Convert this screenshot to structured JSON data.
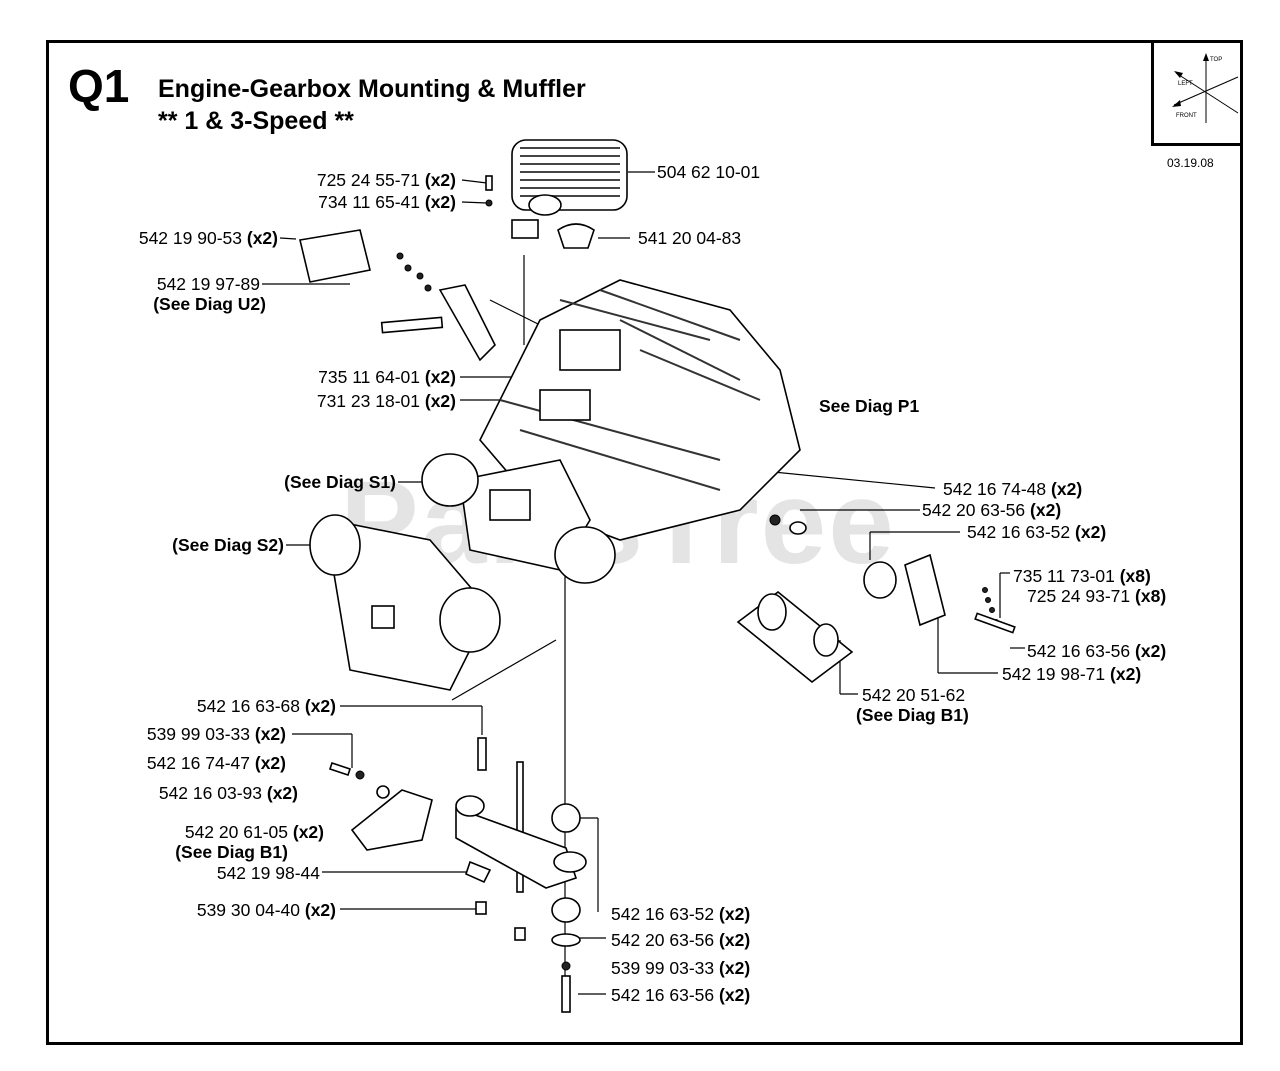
{
  "header": {
    "page_code": "Q1",
    "title_line1": "Engine-Gearbox Mounting & Muffler",
    "title_line2": "** 1 & 3-Speed **",
    "date": "03.19.08"
  },
  "orientation": {
    "top": "TOP",
    "left": "LEFT",
    "front": "FRONT"
  },
  "watermark": "PartsTree",
  "callouts": [
    {
      "part": "725 24 55-71",
      "qty": "(x2)"
    },
    {
      "part": "734 11 65-41",
      "qty": "(x2)"
    },
    {
      "part": "504 62 10-01",
      "qty": ""
    },
    {
      "part": "542 19 90-53",
      "qty": "(x2)"
    },
    {
      "part": "541 20 04-83",
      "qty": ""
    },
    {
      "part": "542 19 97-89",
      "qty": "",
      "note": "(See Diag U2)"
    },
    {
      "part": "735 11 64-01",
      "qty": "(x2)"
    },
    {
      "part": "731 23 18-01",
      "qty": "(x2)"
    },
    {
      "part": "",
      "qty": "",
      "note": "See Diag P1"
    },
    {
      "part": "",
      "qty": "",
      "note": "(See Diag S1)"
    },
    {
      "part": "542 16 74-48",
      "qty": "(x2)"
    },
    {
      "part": "542 20 63-56",
      "qty": "(x2)"
    },
    {
      "part": "542 16 63-52",
      "qty": "(x2)"
    },
    {
      "part": "",
      "qty": "",
      "note": "(See Diag S2)"
    },
    {
      "part": "735 11 73-01",
      "qty": "(x8)"
    },
    {
      "part": "725 24 93-71",
      "qty": "(x8)"
    },
    {
      "part": "542 16 63-56",
      "qty": "(x2)"
    },
    {
      "part": "542 19 98-71",
      "qty": "(x2)"
    },
    {
      "part": "542 20 51-62",
      "qty": "",
      "note": "(See Diag B1)"
    },
    {
      "part": "542 16 63-68",
      "qty": "(x2)"
    },
    {
      "part": "539 99 03-33",
      "qty": "(x2)"
    },
    {
      "part": "542 16 74-47",
      "qty": "(x2)"
    },
    {
      "part": "542 16 03-93",
      "qty": "(x2)"
    },
    {
      "part": "542 20 61-05",
      "qty": "(x2)",
      "note": "(See Diag B1)"
    },
    {
      "part": "542 19 98-44",
      "qty": ""
    },
    {
      "part": "539 30 04-40",
      "qty": "(x2)"
    },
    {
      "part": "542 16 63-52",
      "qty": "(x2)"
    },
    {
      "part": "542 20 63-56",
      "qty": "(x2)"
    },
    {
      "part": "539 99 03-33",
      "qty": "(x2)"
    },
    {
      "part": "542 16 63-56",
      "qty": "(x2)"
    }
  ]
}
